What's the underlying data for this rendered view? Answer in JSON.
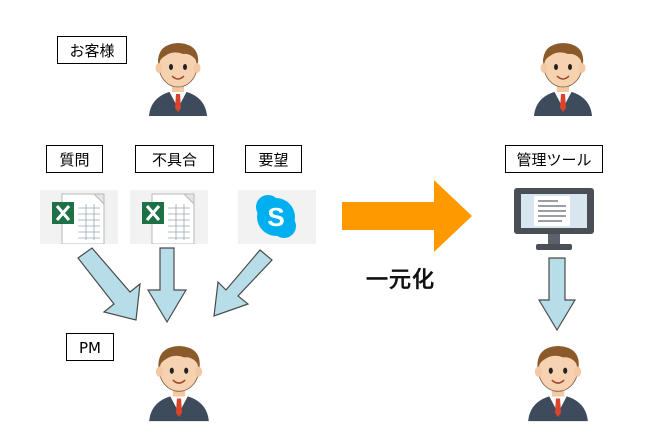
{
  "labels": {
    "customer": "お客様",
    "question": "質問",
    "defect": "不具合",
    "request": "要望",
    "pm": "PM",
    "tool": "管理ツール"
  },
  "center_text": "一元化",
  "colors": {
    "orange_arrow": "#ff9900",
    "blue_arrow_fill": "#b7dde8",
    "blue_arrow_stroke": "#4a4a4a",
    "excel_green": "#1e7145",
    "skype_blue": "#00aff0",
    "monitor_dark": "#4a4f55"
  },
  "icons": [
    "person-icon",
    "excel-file-icon",
    "skype-icon",
    "monitor-icon"
  ]
}
